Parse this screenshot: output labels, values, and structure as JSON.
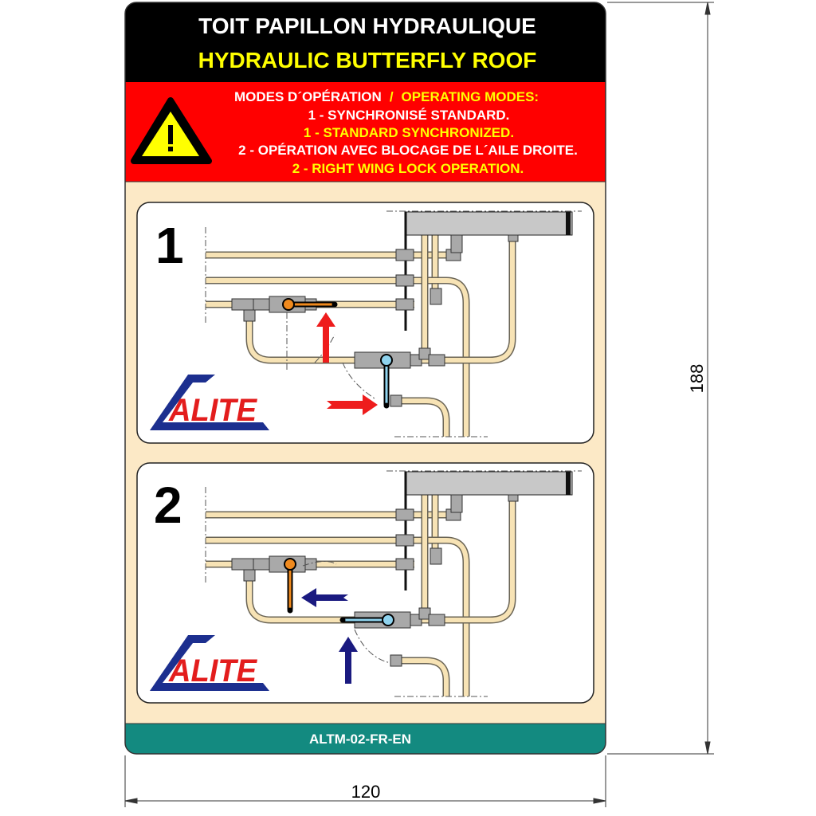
{
  "header": {
    "title_fr": "TOIT PAPILLON HYDRAULIQUE",
    "title_en": "HYDRAULIC BUTTERFLY ROOF"
  },
  "warning": {
    "icon": "warning-triangle-icon",
    "heading_fr": "MODES D´OPÉRATION",
    "separator": "/",
    "heading_en": "OPERATING MODES:",
    "mode1_fr": "1 - SYNCHRONISÉ STANDARD.",
    "mode1_en": "1 - STANDARD SYNCHRONIZED.",
    "mode2_fr": "2 - OPÉRATION AVEC BLOCAGE DE L´AILE DROITE.",
    "mode2_en": "2 - RIGHT WING LOCK OPERATION."
  },
  "panels": [
    {
      "number": "1",
      "logo": "ALITE",
      "arrow_color": "#ee1c1c"
    },
    {
      "number": "2",
      "logo": "ALITE",
      "arrow_color": "#1a1a80"
    }
  ],
  "footer": {
    "code": "ALTM-02-FR-EN"
  },
  "dimensions": {
    "height": "188",
    "width": "120"
  },
  "colors": {
    "header_bg": "#000000",
    "warning_bg": "#ff0000",
    "yellow_text": "#ffff00",
    "body_bg": "#fce9c6",
    "footer_bg": "#138a80",
    "valve_orange": "#f08a1e",
    "valve_blue": "#8fd3ee",
    "logo_red": "#e31d1d",
    "logo_blue": "#1c2f8f"
  }
}
